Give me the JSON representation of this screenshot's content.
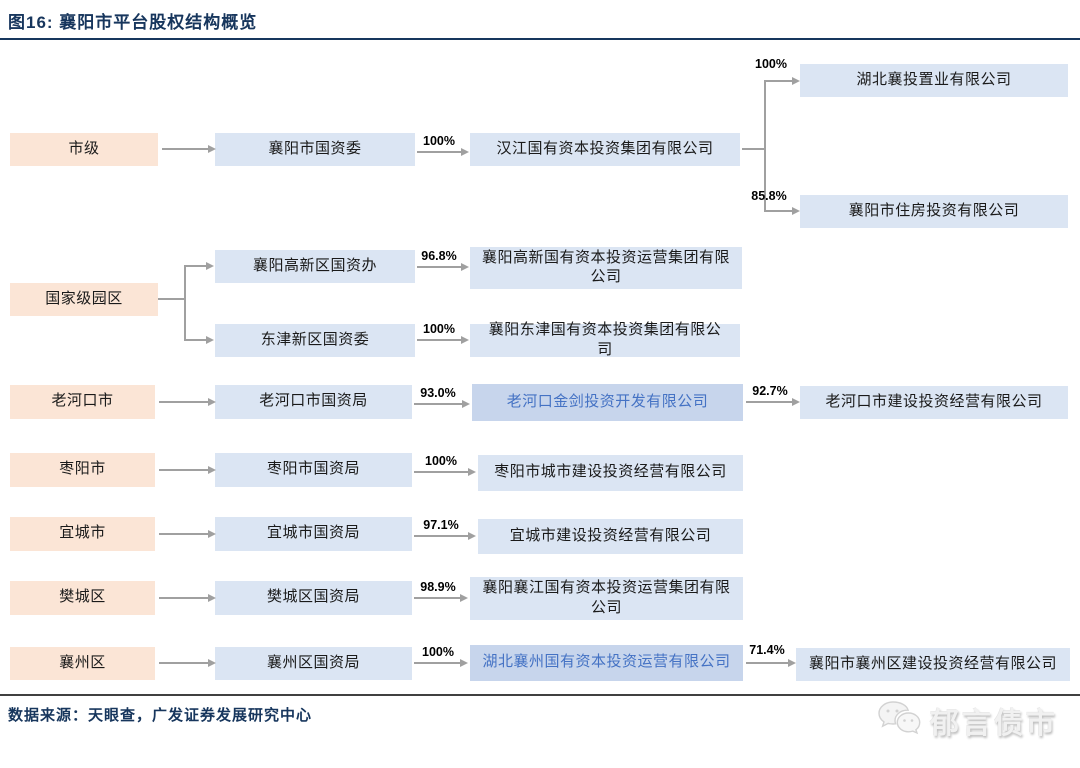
{
  "header": {
    "title": "图16:  襄阳市平台股权结构概览"
  },
  "footer": {
    "source": "数据来源：天眼查，广发证券发展研究中心",
    "watermark": "郁言债市"
  },
  "colors": {
    "title_navy": "#17365D",
    "peach_fill": "#FBE5D6",
    "blue_fill": "#DBE5F3",
    "blue_dark_fill": "#C7D5EC",
    "link_text_blue": "#4472C4",
    "arrow_gray": "#A0A0A0"
  },
  "nodes": {
    "level1": {
      "shiji": "市级",
      "yuanqu": "国家级园区",
      "laohekou": "老河口市",
      "zaoyang": "枣阳市",
      "yicheng": "宜城市",
      "fancheng": "樊城区",
      "xiangzhou": "襄州区"
    },
    "level2": {
      "shi_guoziwei": "襄阳市国资委",
      "gaoxin_ban": "襄阳高新区国资办",
      "dongjin_wei": "东津新区国资委",
      "laohekou_ju": "老河口市国资局",
      "zaoyang_ju": "枣阳市国资局",
      "yicheng_ju": "宜城市国资局",
      "fancheng_ju": "樊城区国资局",
      "xiangzhou_ju": "襄州区国资局"
    },
    "level3": {
      "hanjiang": "汉江国有资本投资集团有限公司",
      "gaoxin": "襄阳高新国有资本投资运营集团有限公司",
      "dongjin": "襄阳东津国有资本投资集团有限公司",
      "jinjian": "老河口金剑投资开发有限公司",
      "zaoyang_cheng": "枣阳市城市建设投资经营有限公司",
      "yicheng_jian": "宜城市建设投资经营有限公司",
      "xiangjiang": "襄阳襄江国有资本投资运营集团有限公司",
      "hubei_xiangzhou": "湖北襄州国有资本投资运营有限公司"
    },
    "level4": {
      "xiangtou": "湖北襄投置业有限公司",
      "zhufang": "襄阳市住房投资有限公司",
      "laohekou_jian": "老河口市建设投资经营有限公司",
      "xiangzhou_jian": "襄阳市襄州区建设投资经营有限公司"
    }
  },
  "percents": {
    "hanjiang": "100%",
    "xiangtou": "100%",
    "zhufang": "85.8%",
    "gaoxin": "96.8%",
    "dongjin": "100%",
    "jinjian": "93.0%",
    "laohekou_jian": "92.7%",
    "zaoyang": "100%",
    "yicheng": "97.1%",
    "fancheng": "98.9%",
    "hubei_xiangzhou": "100%",
    "xiangzhou_jian": "71.4%"
  }
}
